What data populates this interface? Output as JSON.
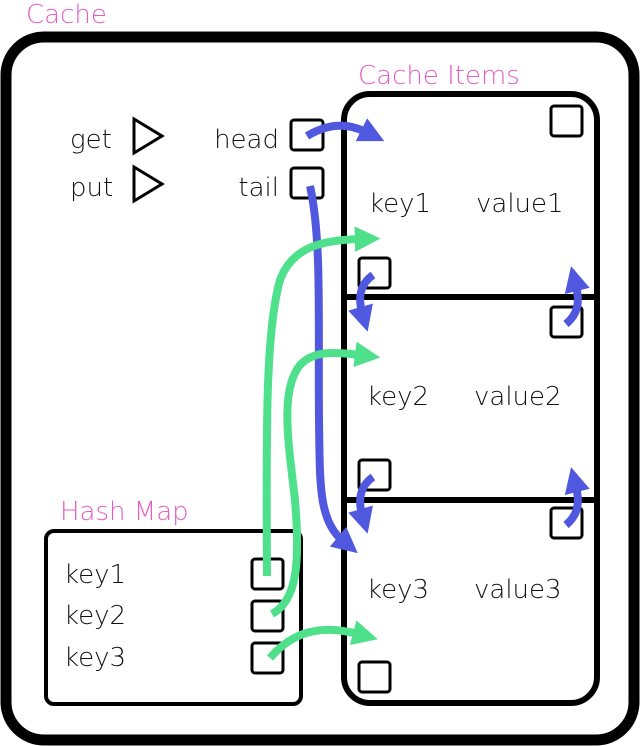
{
  "colors": {
    "label_accent": "#e35ec4",
    "pointer_list": "#5158e0",
    "pointer_map": "#4fe08c",
    "stroke": "#000000"
  },
  "cache": {
    "title": "Cache",
    "operations": [
      {
        "label": "get",
        "icon": "play-triangle-icon"
      },
      {
        "label": "put",
        "icon": "play-triangle-icon"
      }
    ],
    "pointers": {
      "head_label": "head",
      "tail_label": "tail"
    }
  },
  "cache_items": {
    "title": "Cache Items",
    "nodes": [
      {
        "key": "key1",
        "value": "value1"
      },
      {
        "key": "key2",
        "value": "value2"
      },
      {
        "key": "key3",
        "value": "value3"
      }
    ]
  },
  "hash_map": {
    "title": "Hash Map",
    "entries": [
      {
        "key": "key1"
      },
      {
        "key": "key2"
      },
      {
        "key": "key3"
      }
    ]
  }
}
